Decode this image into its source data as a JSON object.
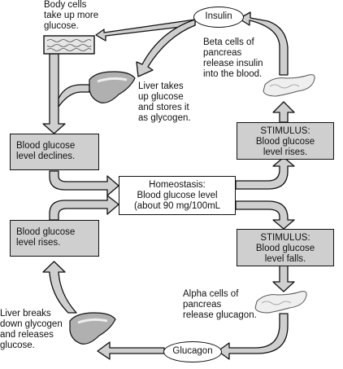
{
  "labels": {
    "body_cells": "Body cells\ntake up more\nglucose.",
    "liver_takes": "Liver takes\nup glucose\nand stores it\nas glycogen.",
    "beta_cells": "Beta cells of\npancreas\nrelease insulin\ninto the blood.",
    "alpha_cells": "Alpha cells of\npancreas\nrelease glucagon.",
    "liver_breaks": "Liver breaks\ndown glycogen\nand releases\nglucose."
  },
  "ovals": {
    "insulin": "Insulin",
    "glucagon": "Glucagon"
  },
  "boxes": {
    "declines": "Blood glucose\nlevel declines.",
    "rises_left": "Blood glucose\nlevel rises.",
    "homeostasis": "Homeostasis:\nBlood glucose level\n(about 90 mg/100mL",
    "stimulus_rises": "STIMULUS:\nBlood glucose\nlevel rises.",
    "stimulus_falls": "STIMULUS:\nBlood glucose\nlevel falls."
  },
  "colors": {
    "arrow_fill": "#cfcfcf",
    "box_fill": "#cfcfcf",
    "outline": "#111111"
  },
  "icons": {
    "body_cells": "cell-tissue-icon",
    "liver": "liver-icon",
    "pancreas": "pancreas-icon"
  }
}
